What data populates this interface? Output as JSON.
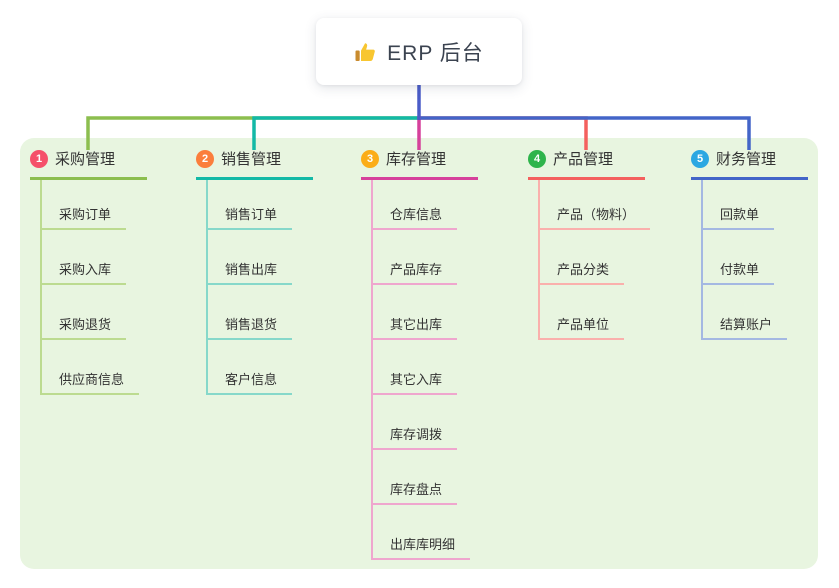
{
  "root": {
    "title": "ERP 后台",
    "icon": "thumbs-up-icon",
    "icon_color": "#f8c630",
    "line_color": "#4a5cc8"
  },
  "panel": {
    "background": "#e8f5e0"
  },
  "branches": [
    {
      "number": "1",
      "title": "采购管理",
      "badge_color": "#f5506a",
      "line_color": "#8cbe4f",
      "child_line_color": "#bcdb90",
      "children": [
        "采购订单",
        "采购入库",
        "采购退货",
        "供应商信息"
      ]
    },
    {
      "number": "2",
      "title": "销售管理",
      "badge_color": "#fb7e3c",
      "line_color": "#13b9a6",
      "child_line_color": "#86d8ca",
      "children": [
        "销售订单",
        "销售出库",
        "销售退货",
        "客户信息"
      ]
    },
    {
      "number": "3",
      "title": "库存管理",
      "badge_color": "#fbad18",
      "line_color": "#d6419b",
      "child_line_color": "#efa6ce",
      "children": [
        "仓库信息",
        "产品库存",
        "其它出库",
        "其它入库",
        "库存调拨",
        "库存盘点",
        "出库库明细"
      ]
    },
    {
      "number": "4",
      "title": "产品管理",
      "badge_color": "#2eb44b",
      "line_color": "#f4605e",
      "child_line_color": "#fab0ac",
      "children": [
        "产品（物料）",
        "产品分类",
        "产品单位"
      ]
    },
    {
      "number": "5",
      "title": "财务管理",
      "badge_color": "#2ba7e2",
      "line_color": "#4365c8",
      "child_line_color": "#a4b8e2",
      "children": [
        "回款单",
        "付款单",
        "结算账户"
      ]
    }
  ]
}
